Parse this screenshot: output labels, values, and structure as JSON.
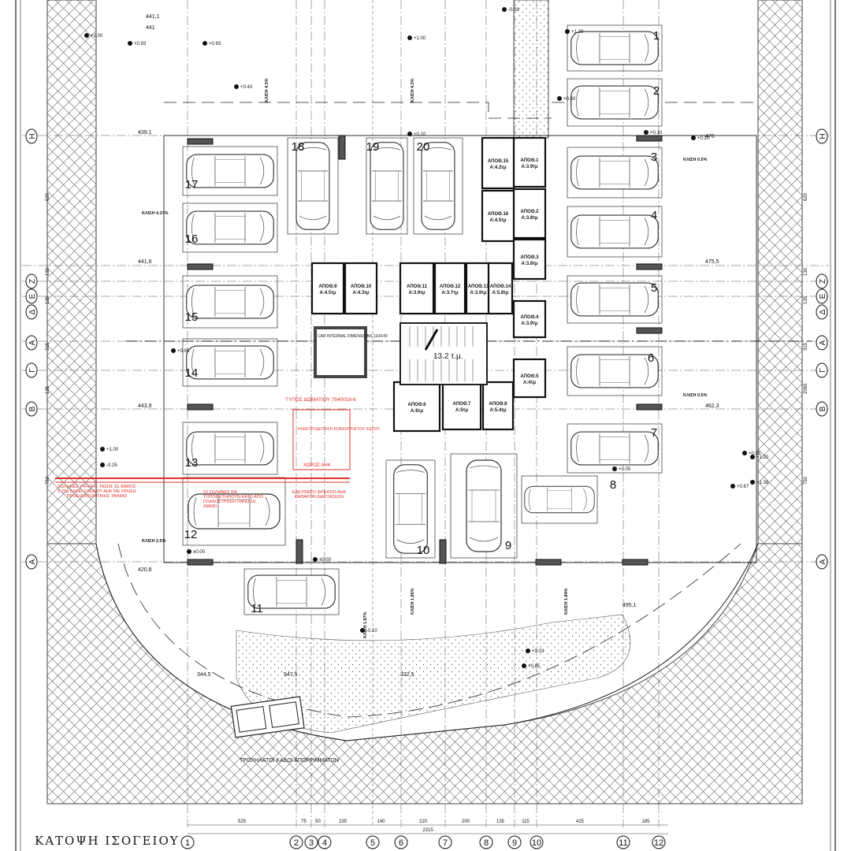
{
  "drawing": {
    "title": "ΚΑΤΟΨΗ ΙΣΟΓΕΙΟΥ",
    "row_axes_left": [
      "Η",
      "Ζ",
      "Ε",
      "Δ",
      "Α",
      "Γ",
      "Β",
      "Α"
    ],
    "row_axes_right": [
      "Η",
      "Ζ",
      "Ε",
      "Δ",
      "Α",
      "Γ",
      "Β",
      "Α"
    ],
    "column_axes": [
      "1",
      "2",
      "3",
      "4",
      "5",
      "6",
      "7",
      "8",
      "9",
      "10",
      "11",
      "12"
    ],
    "bottom_dimensions": [
      "525",
      "75",
      "50",
      "235",
      "140",
      "220",
      "200",
      "135",
      "115",
      "425",
      "185"
    ],
    "bottom_total": "2315",
    "top_dimensions": [
      "441,1",
      "441"
    ],
    "left_dimensions": [
      "439,1",
      "441,6",
      "443,9",
      "420,8",
      "344,5",
      "547,5",
      "332,5"
    ],
    "right_dimensions": [
      "476",
      "475,5",
      "462,3",
      "495,1"
    ],
    "side_dims_left": [
      "620",
      "130",
      "135",
      "315",
      "135",
      "750"
    ],
    "side_dims_right": [
      "620",
      "130",
      "135",
      "315",
      "2065",
      "750"
    ]
  },
  "parking_spaces": [
    "1",
    "2",
    "3",
    "4",
    "5",
    "6",
    "7",
    "8",
    "9",
    "10",
    "11",
    "12",
    "13",
    "14",
    "15",
    "16",
    "17",
    "18",
    "19",
    "20"
  ],
  "storage_rooms": [
    {
      "name": "ΑΠΟΘ.1",
      "area": "Α:3.9τμ"
    },
    {
      "name": "ΑΠΟΘ.2",
      "area": "Α:3.8τμ"
    },
    {
      "name": "ΑΠΟΘ.3",
      "area": "Α:3.8τμ"
    },
    {
      "name": "ΑΠΟΘ.4",
      "area": "Α:3.9τμ"
    },
    {
      "name": "ΑΠΟΘ.5",
      "area": "Α:4τμ"
    },
    {
      "name": "ΑΠΟΘ.6",
      "area": "Α:6τμ"
    },
    {
      "name": "ΑΠΟΘ.7",
      "area": "Α:5τμ"
    },
    {
      "name": "ΑΠΟΘ.8",
      "area": "Α:5.4τμ"
    },
    {
      "name": "ΑΠΟΘ.9",
      "area": "Α:4.5τμ"
    },
    {
      "name": "ΑΠΟΘ.10",
      "area": "Α:4.3τμ"
    },
    {
      "name": "ΑΠΟΘ.11",
      "area": "Α:3.9τμ"
    },
    {
      "name": "ΑΠΟΘ.12",
      "area": "Α:3.7τμ"
    },
    {
      "name": "ΑΠΟΘ.13",
      "area": "Α:3.9τμ"
    },
    {
      "name": "ΑΠΟΘ.14",
      "area": "Α:5.8τμ"
    },
    {
      "name": "ΑΠΟΘ.15",
      "area": "Α:4.2τμ"
    },
    {
      "name": "ΑΠΟΘ.16",
      "area": "Α:4.5τμ"
    }
  ],
  "core": {
    "stair_area": "13.2 τ.μ.",
    "lift_label": "CAR INTERNAL DIMENSIONS 110/140"
  },
  "slopes": [
    "ΚΛΙΣΗ 4.3%",
    "ΚΛΙΣΗ 4.3%",
    "ΚΛΙΣΗ 4.37%",
    "ΚΛΙΣΗ 0.5%",
    "ΚΛΙΣΗ 0.5%",
    "ΚΛΙΣΗ 2.5%",
    "ΚΛΙΣΗ 1.85%",
    "ΚΛΙΣΗ 1.84%",
    "ΚΛΙΣΗ 1.97%"
  ],
  "red_notes": {
    "substation": "ΤΥΠΟΣ ΔΩΜΑΤΙΟΥ 7540018-6",
    "electrical": "ΗΛΕΚΤΡΟΔΟΤΗΣΗ ΚΟΙΝΟΧΡΗΣΤΟΥ ΧΩΡΟΥ",
    "room_ahk": "ΧΩΡΟΣ ΑΗΚ",
    "cable_note": "ΣΩΛΗΝΕΣ ΥΨΗΛΗΣ ΤΑΣΗΣ ΣΕ ΒΑΘΟΣ 0.75μ ΒΑΣΕΙ ΣΧΕΔΙΟΥ ΑΗΚ ΜΕ ΧΡΗΣΗ ΠΡΟΕΙΔΟΠΟΙΗΤΙΚΗΣ ΤΑΙΝΙΑΣ",
    "ducts_note": "ΟΙ ΣΩΛΗΝΕΣ ΘΑ ΤΟΠΟΘΕΤΗΘΟΥΝ ΚΑΤΩ ΑΠΟ ΠΛΑΚΟΣΤΡΩΣΗ ΠΑΝΩ ΣΕ ΑΜΜΟ",
    "access_note": "ΕΛΕΥΘΕΡΟ ΦΡΕΑΤΙΟ ΑΗΚ ΚΑΘΑΡΟΝ ΔΙΑΣΤΑΣΕΩΝ"
  },
  "refuse": "ΤΡΟΧΗΛΑΤΟΙ ΚΑΔΟΙ ΑΠΟΡΡΙΜΜΑΤΩΝ",
  "levels": [
    "+1.00",
    "+0.93",
    "+0.93",
    "+1.00",
    "+0.43",
    "+0.10",
    "±0.00",
    "-0.08",
    "+1.20",
    "+0.30",
    "+0.20",
    "+0.10",
    "±0.00",
    "+1.00",
    "-0.25",
    "+0.03",
    "+0.85",
    "+0.05",
    "+0.90",
    "+0.25",
    "+1.38",
    "+1.20",
    "-0.10",
    "+0.67"
  ]
}
